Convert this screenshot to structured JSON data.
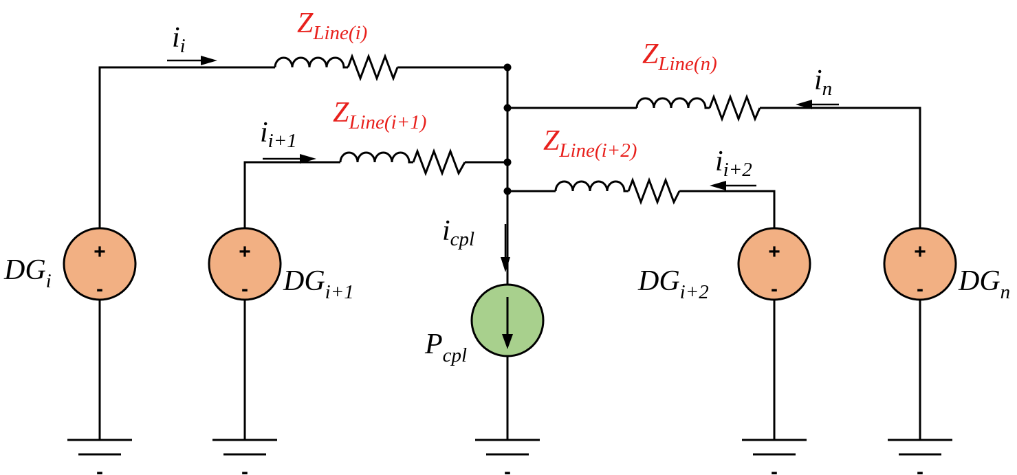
{
  "labels": {
    "z_line_i": {
      "main": "Z",
      "sub": "Line(i)"
    },
    "z_line_i1": {
      "main": "Z",
      "sub": "Line(i+1)"
    },
    "z_line_i2": {
      "main": "Z",
      "sub": "Line(i+2)"
    },
    "z_line_n": {
      "main": "Z",
      "sub": "Line(n)"
    },
    "i_i": {
      "main": "i",
      "sub": "i"
    },
    "i_i1": {
      "main": "i",
      "sub": "i+1"
    },
    "i_i2": {
      "main": "i",
      "sub": "i+2"
    },
    "i_n": {
      "main": "i",
      "sub": "n"
    },
    "i_cpl": {
      "main": "i",
      "sub": "cpl"
    },
    "p_cpl": {
      "main": "P",
      "sub": "cpl"
    },
    "dg_i": {
      "main": "DG",
      "sub": "i"
    },
    "dg_i1": {
      "main": "DG",
      "sub": "i+1"
    },
    "dg_i2": {
      "main": "DG",
      "sub": "i+2"
    },
    "dg_n": {
      "main": "DG",
      "sub": "n"
    }
  },
  "source_signs": {
    "plus": "+",
    "minus": "-"
  },
  "ground_label": "-",
  "colors": {
    "impedance_label": "#e8201c",
    "source_fill": "#f2b083",
    "load_fill": "#a8d08d",
    "wire": "#000000"
  }
}
